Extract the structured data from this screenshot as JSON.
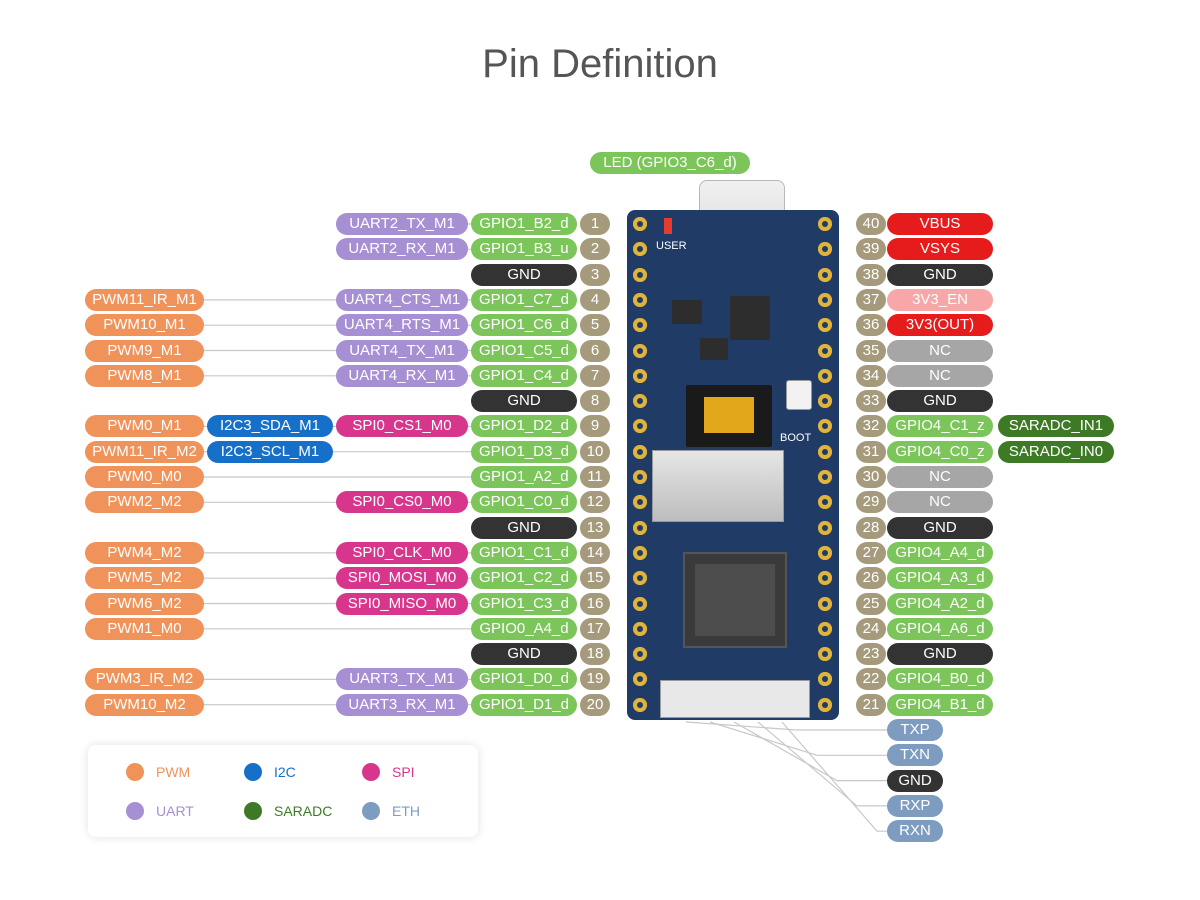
{
  "title": "Pin Definition",
  "colors": {
    "pwm": "#f0935a",
    "i2c": "#1670c9",
    "spi": "#d8368d",
    "uart": "#a78fd3",
    "gpio": "#7cc55a",
    "gnd": "#333333",
    "saradc": "#3e7a25",
    "eth": "#7d9cc0",
    "power": "#e61c1c",
    "en": "#f7a7a7",
    "nc": "#a6a6a6",
    "num": "#a59a7c",
    "line": "#c8c8c8"
  },
  "led_label": "LED (GPIO3_C6_d)",
  "board": {
    "user_label": "USER",
    "boot_label": "BOOT"
  },
  "left_pins": [
    {
      "num": "1",
      "gpio": "GPIO1_B2_d",
      "gpio_type": "gpio",
      "uart": "UART2_TX_M1"
    },
    {
      "num": "2",
      "gpio": "GPIO1_B3_u",
      "gpio_type": "gpio",
      "uart": "UART2_RX_M1"
    },
    {
      "num": "3",
      "gpio": "GND",
      "gpio_type": "gnd"
    },
    {
      "num": "4",
      "gpio": "GPIO1_C7_d",
      "gpio_type": "gpio",
      "uart": "UART4_CTS_M1",
      "pwm": "PWM11_IR_M1"
    },
    {
      "num": "5",
      "gpio": "GPIO1_C6_d",
      "gpio_type": "gpio",
      "uart": "UART4_RTS_M1",
      "pwm": "PWM10_M1"
    },
    {
      "num": "6",
      "gpio": "GPIO1_C5_d",
      "gpio_type": "gpio",
      "uart": "UART4_TX_M1",
      "pwm": "PWM9_M1"
    },
    {
      "num": "7",
      "gpio": "GPIO1_C4_d",
      "gpio_type": "gpio",
      "uart": "UART4_RX_M1",
      "pwm": "PWM8_M1"
    },
    {
      "num": "8",
      "gpio": "GND",
      "gpio_type": "gnd"
    },
    {
      "num": "9",
      "gpio": "GPIO1_D2_d",
      "gpio_type": "gpio",
      "spi": "SPI0_CS1_M0",
      "i2c": "I2C3_SDA_M1",
      "pwm": "PWM0_M1"
    },
    {
      "num": "10",
      "gpio": "GPIO1_D3_d",
      "gpio_type": "gpio",
      "i2c": "I2C3_SCL_M1",
      "pwm": "PWM11_IR_M2"
    },
    {
      "num": "11",
      "gpio": "GPIO1_A2_d",
      "gpio_type": "gpio",
      "pwm": "PWM0_M0"
    },
    {
      "num": "12",
      "gpio": "GPIO1_C0_d",
      "gpio_type": "gpio",
      "spi": "SPI0_CS0_M0",
      "pwm": "PWM2_M2"
    },
    {
      "num": "13",
      "gpio": "GND",
      "gpio_type": "gnd"
    },
    {
      "num": "14",
      "gpio": "GPIO1_C1_d",
      "gpio_type": "gpio",
      "spi": "SPI0_CLK_M0",
      "pwm": "PWM4_M2"
    },
    {
      "num": "15",
      "gpio": "GPIO1_C2_d",
      "gpio_type": "gpio",
      "spi": "SPI0_MOSI_M0",
      "pwm": "PWM5_M2"
    },
    {
      "num": "16",
      "gpio": "GPIO1_C3_d",
      "gpio_type": "gpio",
      "spi": "SPI0_MISO_M0",
      "pwm": "PWM6_M2"
    },
    {
      "num": "17",
      "gpio": "GPIO0_A4_d",
      "gpio_type": "gpio",
      "pwm": "PWM1_M0"
    },
    {
      "num": "18",
      "gpio": "GND",
      "gpio_type": "gnd"
    },
    {
      "num": "19",
      "gpio": "GPIO1_D0_d",
      "gpio_type": "gpio",
      "uart": "UART3_TX_M1",
      "pwm": "PWM3_IR_M2"
    },
    {
      "num": "20",
      "gpio": "GPIO1_D1_d",
      "gpio_type": "gpio",
      "uart": "UART3_RX_M1",
      "pwm": "PWM10_M2"
    }
  ],
  "right_pins": [
    {
      "num": "40",
      "label": "VBUS",
      "type": "power"
    },
    {
      "num": "39",
      "label": "VSYS",
      "type": "power"
    },
    {
      "num": "38",
      "label": "GND",
      "type": "gnd"
    },
    {
      "num": "37",
      "label": "3V3_EN",
      "type": "en"
    },
    {
      "num": "36",
      "label": "3V3(OUT)",
      "type": "power"
    },
    {
      "num": "35",
      "label": "NC",
      "type": "nc"
    },
    {
      "num": "34",
      "label": "NC",
      "type": "nc"
    },
    {
      "num": "33",
      "label": "GND",
      "type": "gnd"
    },
    {
      "num": "32",
      "label": "GPIO4_C1_z",
      "type": "gpio",
      "adc": "SARADC_IN1"
    },
    {
      "num": "31",
      "label": "GPIO4_C0_z",
      "type": "gpio",
      "adc": "SARADC_IN0"
    },
    {
      "num": "30",
      "label": "NC",
      "type": "nc"
    },
    {
      "num": "29",
      "label": "NC",
      "type": "nc"
    },
    {
      "num": "28",
      "label": "GND",
      "type": "gnd"
    },
    {
      "num": "27",
      "label": "GPIO4_A4_d",
      "type": "gpio"
    },
    {
      "num": "26",
      "label": "GPIO4_A3_d",
      "type": "gpio"
    },
    {
      "num": "25",
      "label": "GPIO4_A2_d",
      "type": "gpio"
    },
    {
      "num": "24",
      "label": "GPIO4_A6_d",
      "type": "gpio"
    },
    {
      "num": "23",
      "label": "GND",
      "type": "gnd"
    },
    {
      "num": "22",
      "label": "GPIO4_B0_d",
      "type": "gpio"
    },
    {
      "num": "21",
      "label": "GPIO4_B1_d",
      "type": "gpio"
    }
  ],
  "eth_pins": [
    {
      "label": "TXP",
      "type": "eth"
    },
    {
      "label": "TXN",
      "type": "eth"
    },
    {
      "label": "GND",
      "type": "gnd"
    },
    {
      "label": "RXP",
      "type": "eth"
    },
    {
      "label": "RXN",
      "type": "eth"
    }
  ],
  "legend": [
    {
      "label": "PWM",
      "type": "pwm"
    },
    {
      "label": "I2C",
      "type": "i2c"
    },
    {
      "label": "SPI",
      "type": "spi"
    },
    {
      "label": "UART",
      "type": "uart"
    },
    {
      "label": "SARADC",
      "type": "saradc"
    },
    {
      "label": "ETH",
      "type": "eth"
    }
  ]
}
